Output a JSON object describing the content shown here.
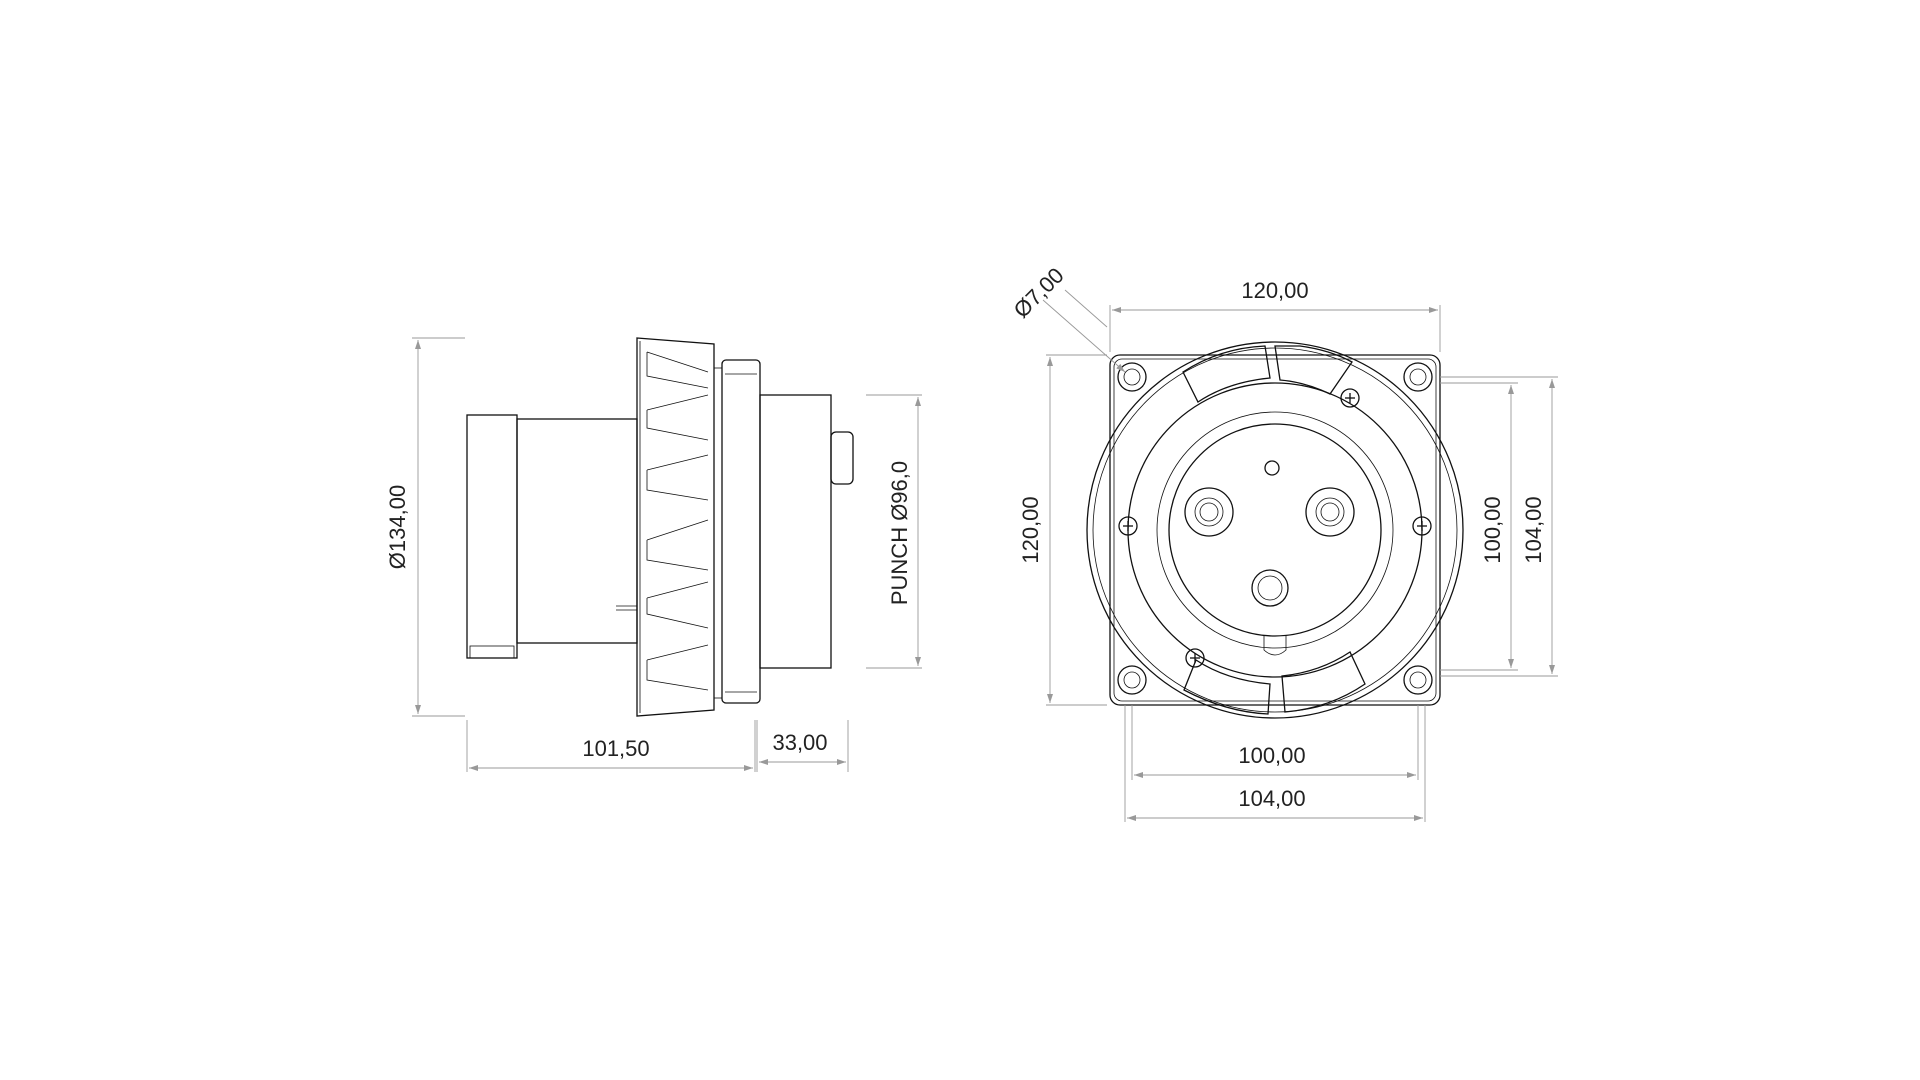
{
  "dimensions": {
    "side_diameter": "Ø134,00",
    "side_length": "101,50",
    "side_depth": "33,00",
    "punch": "PUNCH Ø96,0",
    "front_width_top": "120,00",
    "front_height_left": "120,00",
    "hole_diameter": "Ø7,00",
    "front_inner_height": "100,00",
    "front_outer_height": "104,00",
    "front_inner_width": "100,00",
    "front_outer_width": "104,00"
  },
  "colors": {
    "line": "#111111",
    "dimension_line": "#999999",
    "background": "#ffffff"
  }
}
